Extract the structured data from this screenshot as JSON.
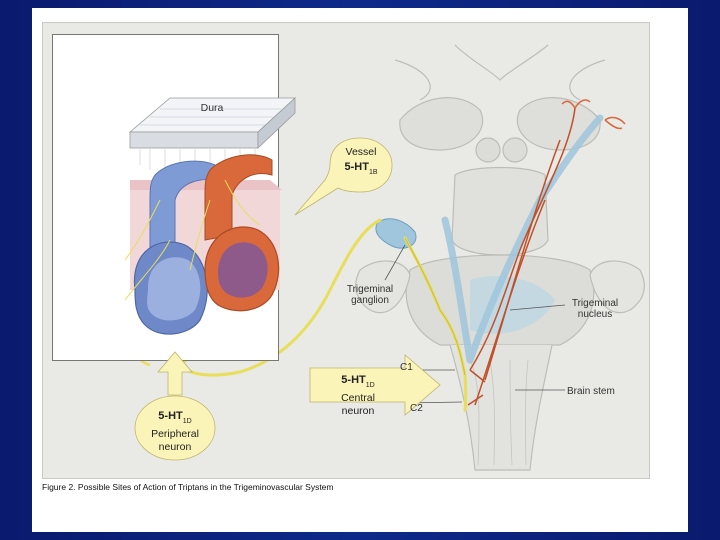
{
  "labels": {
    "dura": "Dura",
    "trigeminal_ganglion": "Trigeminal ganglion",
    "trigeminal_nucleus": "Trigeminal nucleus",
    "c1": "C1",
    "c2": "C2",
    "brain_stem": "Brain stem"
  },
  "bubbles": {
    "vessel": {
      "line1": "Vessel",
      "receptor": "5-HT",
      "subscript": "1B"
    },
    "central": {
      "receptor": "5-HT",
      "subscript": "1D",
      "line2": "Central",
      "line3": "neuron"
    },
    "peripheral": {
      "receptor": "5-HT",
      "subscript": "1D",
      "line2": "Peripheral",
      "line3": "neuron"
    }
  },
  "caption": "Figure 2. Possible Sites of Action of Triptans in the Trigeminovascular System",
  "colors": {
    "background": "#0d2a8a",
    "panel": "#e9e9e6",
    "bubble": "#fbf4b8",
    "nerve": "#e8de5a",
    "artery": "#d9683a",
    "vein": "#7f9bd6",
    "brain_blue": "#a9cde0",
    "red_fiber": "#c0502a"
  }
}
